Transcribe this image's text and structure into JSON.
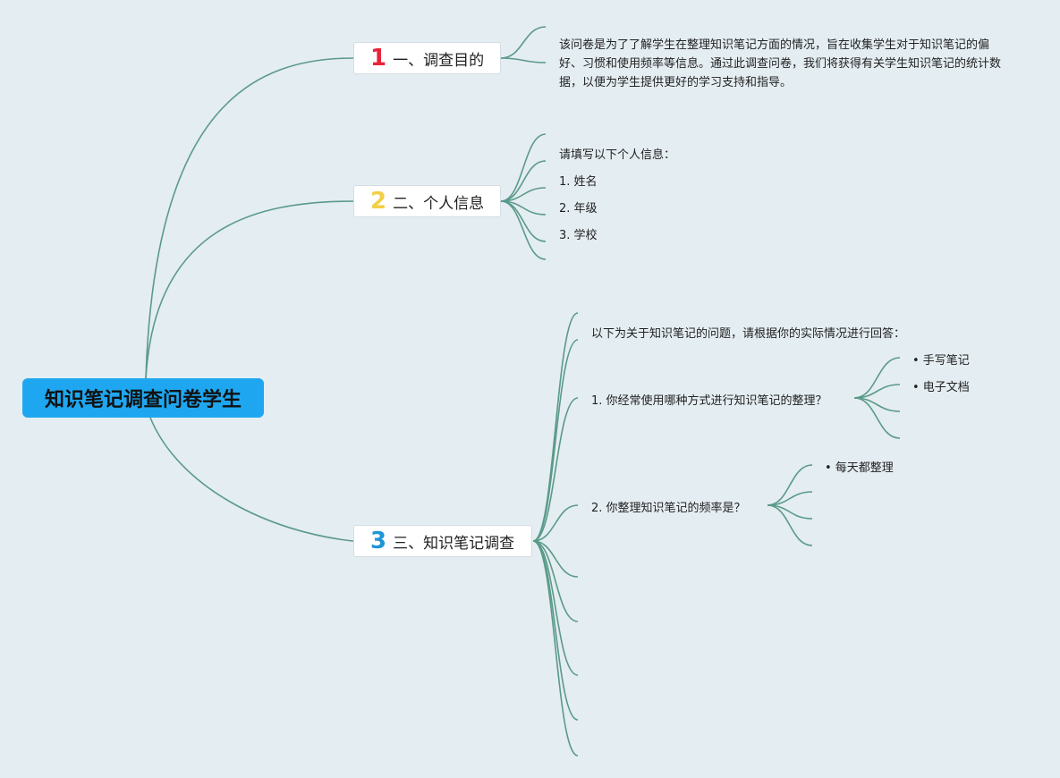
{
  "root": {
    "title": "知识笔记调查问卷学生"
  },
  "colors": {
    "connector": "#5a9a88",
    "root_bg": "#1ea7f0",
    "num1": "#e8233a",
    "num2": "#f2cf45",
    "num3": "#1f95d6"
  },
  "branches": [
    {
      "num": "1",
      "label": "一、调查目的",
      "description": "该问卷是为了了解学生在整理知识笔记方面的情况，旨在收集学生对于知识笔记的偏好、习惯和使用频率等信息。通过此调查问卷，我们将获得有关学生知识笔记的统计数据，以便为学生提供更好的学习支持和指导。"
    },
    {
      "num": "2",
      "label": "二、个人信息",
      "items": [
        "请填写以下个人信息：",
        "1. 姓名",
        "2. 年级",
        "3. 学校"
      ]
    },
    {
      "num": "3",
      "label": "三、知识笔记调查",
      "intro": "以下为关于知识笔记的问题，请根据你的实际情况进行回答：",
      "questions": [
        {
          "text": "1. 你经常使用哪种方式进行知识笔记的整理？",
          "options": [
            "• 手写笔记",
            "• 电子文档"
          ]
        },
        {
          "text": "2. 你整理知识笔记的频率是？",
          "options": [
            "• 每天都整理"
          ]
        }
      ]
    }
  ]
}
